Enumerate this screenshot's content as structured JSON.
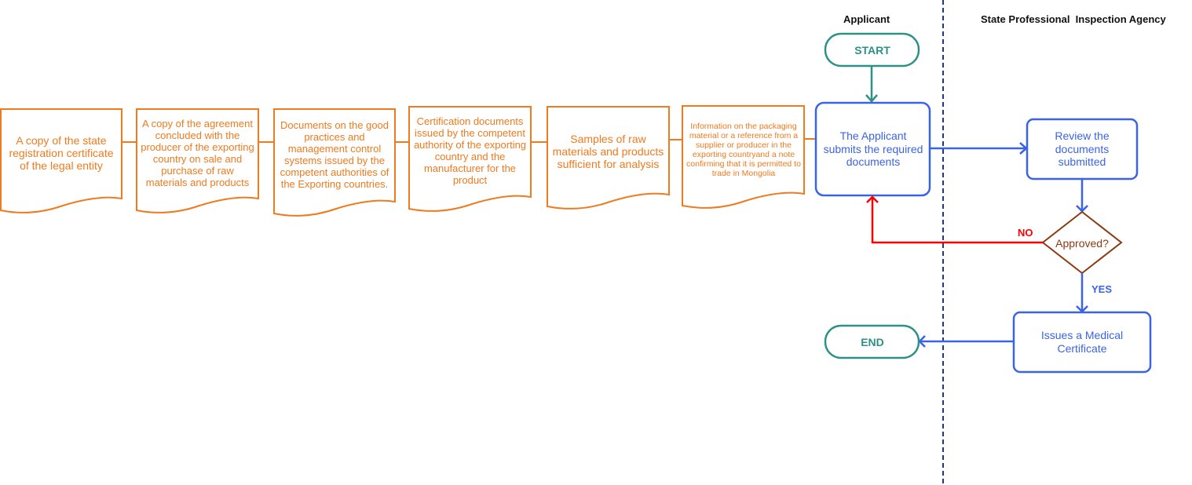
{
  "lanes": [
    {
      "title": "Applicant"
    },
    {
      "title": "State Professional  Inspection Agency"
    }
  ],
  "documents": [
    {
      "label": "A copy of the state registration certificate of the legal entity"
    },
    {
      "label": "A copy of the agreement concluded with the producer of the exporting country on sale and purchase of raw materials and products"
    },
    {
      "label": "Documents on the good practices and management control systems issued by the competent authorities of the Exporting countries."
    },
    {
      "label": "Certification documents issued by the competent authority of the exporting country and the manufacturer for the product"
    },
    {
      "label": "Samples of raw materials and products sufficient for analysis"
    },
    {
      "label": "Information on the packaging material or a reference from a supplier or producer in the exporting countryand a note confirming that it is permitted to trade in Mongolia"
    }
  ],
  "terminals": {
    "start": "START",
    "end": "END"
  },
  "processes": {
    "submit": "The Applicant submits the required documents",
    "review": "Review the documents submitted",
    "issue": "Issues a Medical Certificate"
  },
  "decision": {
    "label": "Approved?",
    "no_label": "NO",
    "yes_label": "YES"
  },
  "colors": {
    "document": "#f07a1e",
    "process": "#3b63e8",
    "terminal": "#2e9188",
    "decision": "#8b3a12",
    "no_edge": "#ff0000",
    "lane_divider": "#1f3a7a"
  }
}
